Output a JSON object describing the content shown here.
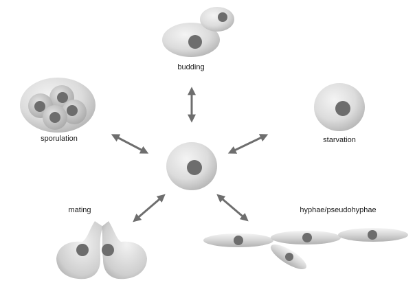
{
  "labels": {
    "budding": "budding",
    "sporulation": "sporulation",
    "starvation": "starvation",
    "mating": "mating",
    "hyphae": "hyphae/pseudohyphae"
  },
  "colors": {
    "cell_light": "#f2f2f2",
    "cell_dark": "#b4b4b4",
    "nucleus": "#6d6d6d",
    "arrow": "#6e6e6e",
    "text": "#1a1a1a"
  }
}
